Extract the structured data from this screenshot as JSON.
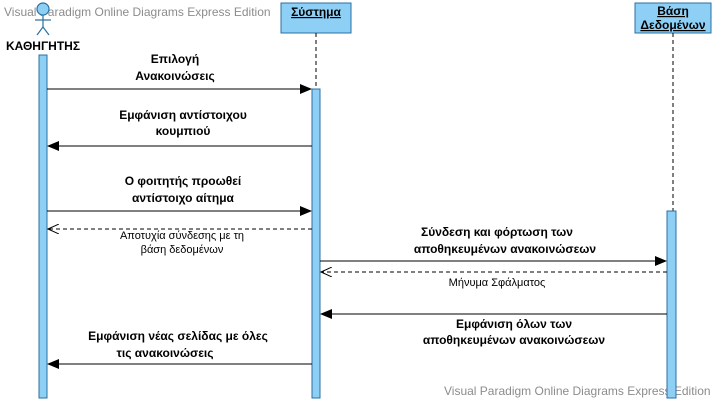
{
  "watermarks": {
    "top": "Visual Paradigm Online Diagrams Express Edition",
    "bottom": "Visual Paradigm Online Diagrams Express Edition"
  },
  "colors": {
    "lifeline_fill": "#8ecff5",
    "lifeline_stroke": "#2b6fa0",
    "line": "#000000",
    "dashed": "#000000"
  },
  "participants": {
    "teacher": "ΚΑΘΗΓΗΤΗΣ",
    "system": "Σύστημα",
    "database_line1": "Βάση",
    "database_line2": "Δεδομένων"
  },
  "messages": {
    "m1_line1": "Επιλογή",
    "m1_line2": "Ανακοινώσεις",
    "m2_line1": "Εμφάνιση αντίστοιχου",
    "m2_line2": "κουμπιού",
    "m3_line1": "Ο φοιτητής προωθεί",
    "m3_line2": "αντίστοιχο αίτημα",
    "m4_line1": "Αποτυχία σύνδεσης με τη",
    "m4_line2": "βάση δεδομένων",
    "m5_line1": "Σύνδεση και φόρτωση των",
    "m5_line2": "αποθηκευμένων ανακοινώσεων",
    "m6": "Μήνυμα Σφάλματος",
    "m7_line1": "Εμφάνιση όλων των",
    "m7_line2": "αποθηκευμένων ανακοινώσεων",
    "m8_line1": "Εμφάνιση νέας σελίδας με όλες",
    "m8_line2": "τις ανακοινώσεις"
  }
}
